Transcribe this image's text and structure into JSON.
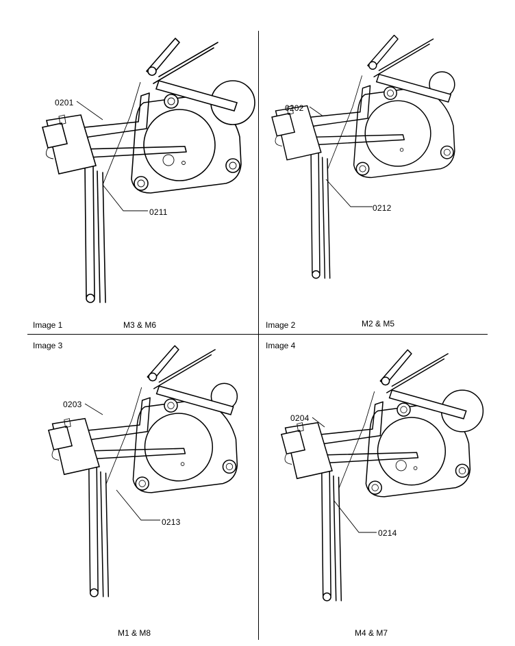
{
  "panels": [
    {
      "image_label": "Image 1",
      "models": "M3 & M6",
      "callout_top": "0201",
      "callout_bottom": "0211"
    },
    {
      "image_label": "Image 2",
      "models": "M2 & M5",
      "callout_top": "0202",
      "callout_bottom": "0212"
    },
    {
      "image_label": "Image 3",
      "models": "M1 & M8",
      "callout_top": "0203",
      "callout_bottom": "0213"
    },
    {
      "image_label": "Image 4",
      "models": "M4 & M7",
      "callout_top": "0204",
      "callout_bottom": "0214"
    }
  ]
}
